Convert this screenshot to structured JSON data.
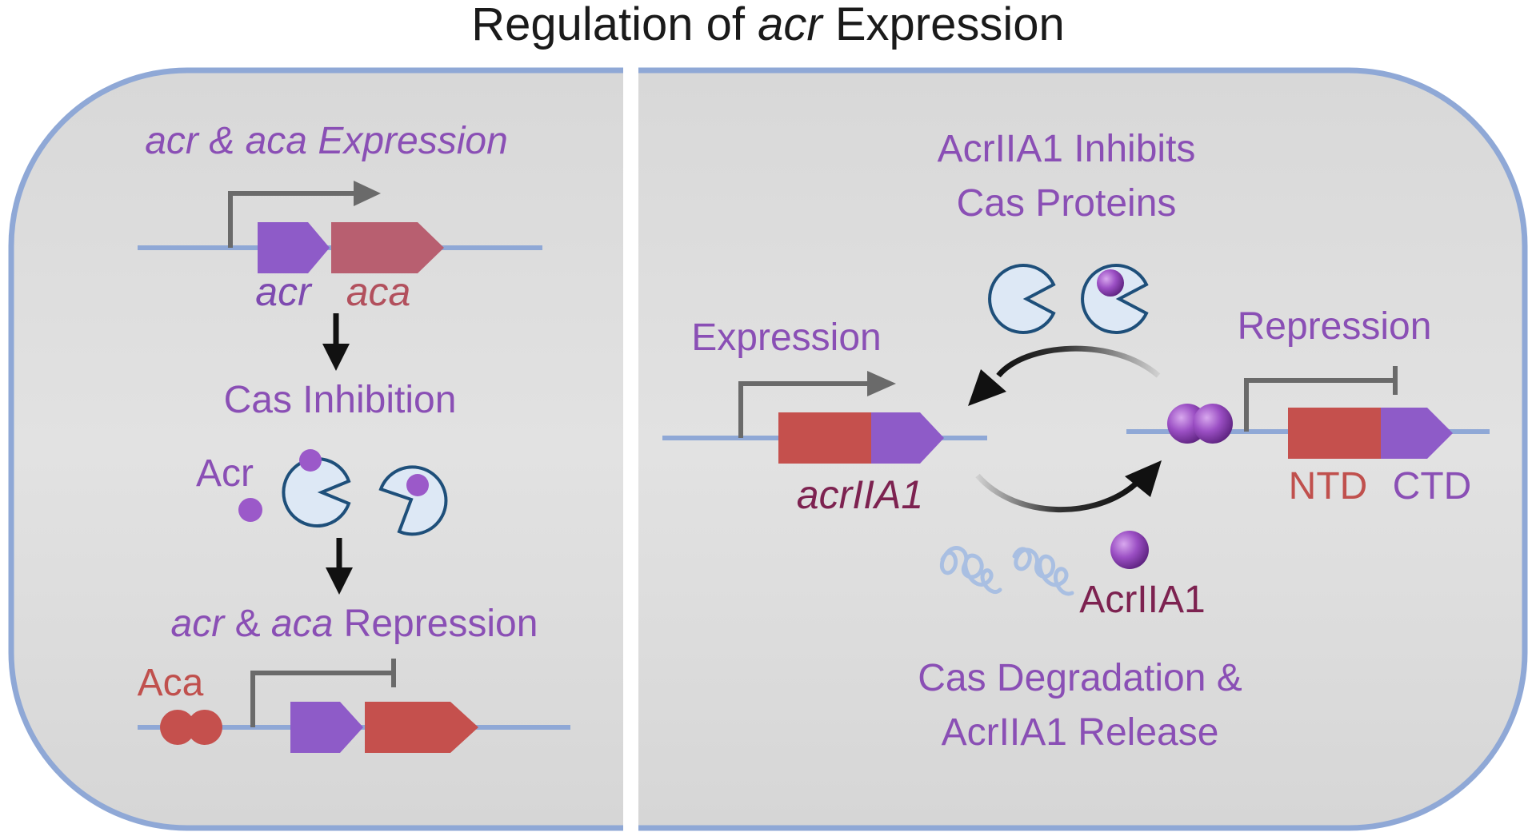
{
  "title": {
    "prefix": "Regulation of ",
    "italic": "acr",
    "suffix": " Expression"
  },
  "left_panel": {
    "expression_label": "acr & aca Expression",
    "gene_acr": "acr",
    "gene_aca": "aca",
    "inhibition_label": "Cas Inhibition",
    "acr_protein_label": "Acr",
    "repression_label": {
      "gene1": "acr",
      "amp": " & ",
      "gene2": "aca",
      "rest": " Repression"
    },
    "aca_protein_label": "Aca"
  },
  "right_panel": {
    "inhibits_line1": "AcrIIA1 Inhibits",
    "inhibits_line2": "Cas Proteins",
    "expression_label": "Expression",
    "repression_label": "Repression",
    "gene_label": "acrIIA1",
    "ntd_label": "NTD",
    "ctd_label": "CTD",
    "protein_label": "AcrIIA1",
    "degradation_line1": "Cas Degradation &",
    "degradation_line2": "AcrIIA1 Release"
  },
  "colors": {
    "cell_fill": "#dcdcdc",
    "cell_border": "#8fa8d6",
    "purple_text": "#8a4fb5",
    "red_text": "#c0504d",
    "maroon_text": "#7d2250",
    "gene_purple": "#8e5bc8",
    "gene_red": "#c5504d",
    "gene_rose": "#b85f70",
    "pacman_fill": "#dde8f5",
    "pacman_stroke": "#1e4f7a",
    "dna_line": "#8fa8d6"
  },
  "icons": [
    "promoter-arrow-icon",
    "repression-tbar-icon",
    "pacman-cas-icon",
    "protein-sphere-icon",
    "degraded-protein-icon"
  ]
}
